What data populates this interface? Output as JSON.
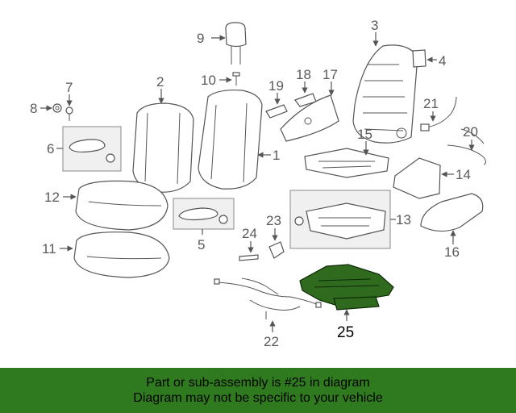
{
  "callouts": {
    "c1": "1",
    "c2": "2",
    "c3": "3",
    "c4": "4",
    "c5": "5",
    "c6": "6",
    "c7": "7",
    "c8": "8",
    "c9": "9",
    "c10": "10",
    "c11": "11",
    "c12": "12",
    "c13": "13",
    "c14": "14",
    "c15": "15",
    "c16": "16",
    "c17": "17",
    "c18": "18",
    "c19": "19",
    "c20": "20",
    "c21": "21",
    "c22": "22",
    "c23": "23",
    "c24": "24",
    "c25": "25"
  },
  "highlighted_part": "25",
  "banner": {
    "line1": "Part or sub-assembly is #25 in diagram",
    "line2": "Diagram may not be specific to your vehicle"
  },
  "colors": {
    "banner_bg": "#2f7a1f",
    "highlight": "#2f6a1e",
    "line": "#555555"
  }
}
